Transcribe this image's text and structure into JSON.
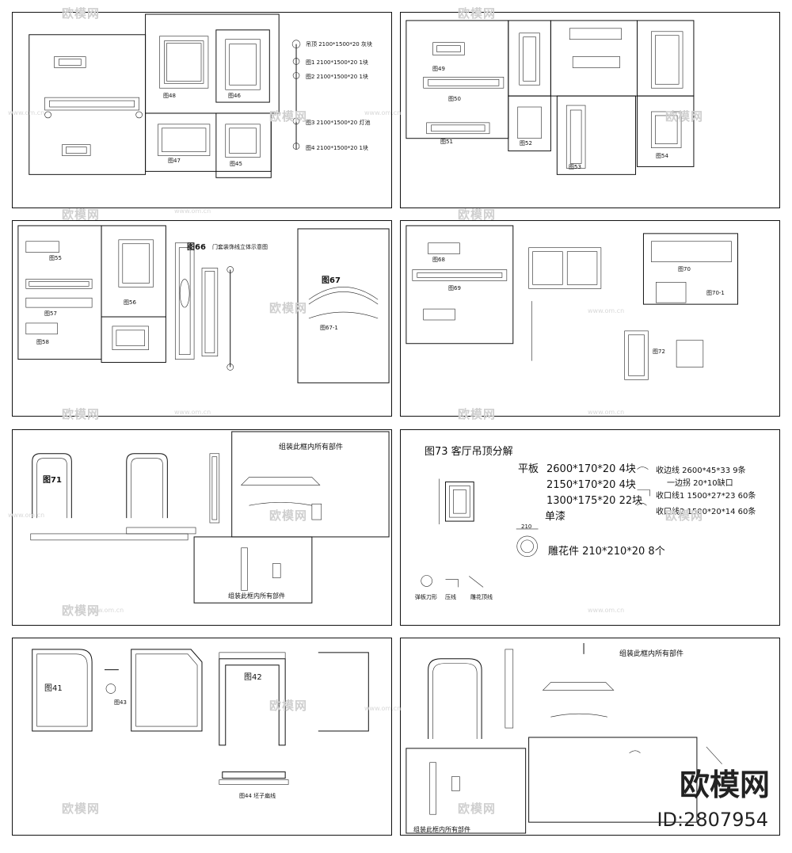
{
  "watermark": {
    "brand": "欧模网",
    "url": "www.om.cn"
  },
  "sheet1": {
    "legend_title": "吊顶 2100*1500*20 灰块",
    "legend_items": [
      "图1 2100*1500*20 1块",
      "图2 2100*1500*20 1块",
      "图3 2100*1500*20 灯池",
      "图4 2100*1500*20 1块"
    ],
    "labels": [
      "图48",
      "图47",
      "图46",
      "图45"
    ]
  },
  "sheet2": {
    "labels": [
      "图49",
      "图50",
      "图51",
      "图52",
      "图53",
      "图54"
    ]
  },
  "sheet3": {
    "fig66": "图66",
    "fig66_sub": "门套装饰线立体示意图",
    "fig67": "图67",
    "labels": [
      "图55",
      "图56",
      "图57",
      "图58",
      "图67-1"
    ]
  },
  "sheet4": {
    "labels": [
      "图68",
      "图69",
      "图70",
      "图70-1",
      "图72"
    ]
  },
  "sheet5": {
    "fig71": "图71",
    "header": "组装此框内所有部件",
    "footer": "组装此框内所有部件"
  },
  "sheet6": {
    "title": "图73 客厅吊顶分解",
    "flat_label": "平板",
    "flat_rows": [
      "2600*170*20 4块",
      "2150*170*20 4块",
      "1300*175*20 22块"
    ],
    "paint": "单漆",
    "edge_lines": [
      "收边线 2600*45*33 9条",
      "一边拐 20*10缺口",
      "收口线1 1500*27*23 60条",
      "收口线2 1500*20*14 60条"
    ],
    "carving": "雕花件 210*210*20 8个",
    "carving_dim": "210",
    "bottom_labels": [
      "弹板刀形",
      "压线",
      "雕花顶线"
    ]
  },
  "sheet7": {
    "fig41": "图41",
    "fig42": "图42",
    "fig43": "图43",
    "caption": "图44 坯子扁线"
  },
  "sheet8": {
    "header": "组装此框内所有部件",
    "footer": "组装此框内所有部件"
  },
  "brand": {
    "name": "欧模网",
    "id": "ID:2807954"
  }
}
